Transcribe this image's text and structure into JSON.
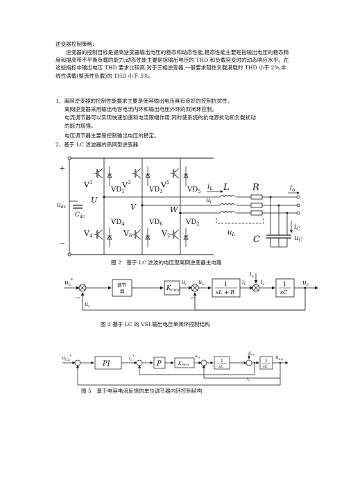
{
  "heading": "逆变器控制策略:",
  "intro_paragraph": "逆变器的控制目标是提高逆变器输出电压的稳态和动态性能,稳态性能主要是指输出电压的稳态精度和提高带不平衡负载的能力;动态性能主要是指输出电压的 THD 和负载突变时的动态响应水平。在这些指标中输出电压 THD 要求比较高,对于三相逆变器,一般要求阻性负载满载时 THD 小于 2%,非线性满载(整流性负载)的 THD 小于 5%。",
  "item1_title": "1、离网逆变器的控制性能要求主要是使其输出电压具有良好的控制抗扰性。",
  "item1_lines": [
    "离网逆变器采用输出电容电流内环和输出电压外环的双闭环控制。",
    "电流调节器可以实现快速加速和电流限幅作用,同时使系统的抗电源扰动和负载扰动",
    "的能力增强。",
    "电压调节器主要是控制输出电压的稳定。"
  ],
  "item2_title": "2、基于 LC 滤波器的高网型逆变器",
  "fig2": {
    "caption": "图 2　基于 LC 滤波的电压型离网逆变器主电路",
    "labels": {
      "plus": "+",
      "minus": "−",
      "V1": "V",
      "V1_sub": "1",
      "V3": "V",
      "V3_sub": "3",
      "V5": "V",
      "V5_sub": "5",
      "V4": "V",
      "V4_sub": "4",
      "V6": "V",
      "V6_sub": "6",
      "V2": "V",
      "V2_sub": "2",
      "VD1": "VD",
      "VD1_sub": "1",
      "VD3": "VD",
      "VD3_sub": "3",
      "VD5": "VD",
      "VD5_sub": "5",
      "VD4": "VD",
      "VD4_sub": "4",
      "VD6": "VD",
      "VD6_sub": "6",
      "VD2": "VD",
      "VD2_sub": "2",
      "U": "U",
      "V": "V",
      "W": "W",
      "udc": "u",
      "udc_sub": "dc",
      "Cdc": "C",
      "Cdc_sub": "dc",
      "iL": "i",
      "iL_sub": "L",
      "L": "L",
      "R": "R",
      "ui": "u",
      "ui_sub": "i",
      "io": "i",
      "io_sub": "o",
      "iC": "i",
      "iC_sub": "C",
      "uL": "u",
      "uL_sub": "L",
      "C": "C",
      "uC": "u",
      "uC_sub": "C"
    }
  },
  "fig3": {
    "caption": "图 3 基于 LC 的 VSI 输出电压单闭环控制结构",
    "labels": {
      "uc_ref": "u",
      "uc_ref_sub": "c",
      "uc_ref_sup": "*",
      "regulator_line1": "调节",
      "regulator_line2": "器",
      "kpwm": "K",
      "kpwm_sub": "PWM",
      "ui": "u",
      "ui_sub": "i",
      "uL": "u",
      "uL_sub": "L",
      "plant1_num": "1",
      "plant1_den": "sL + R",
      "iL": "i",
      "iL_sub": "L",
      "io": "i",
      "io_sub": "o",
      "ic": "i",
      "ic_sub": "c",
      "plant2_num": "1",
      "plant2_den": "sC",
      "uc_out": "u",
      "uc_out_sub": "c",
      "uc_fb": "u",
      "uc_fb_sub": "c",
      "minus": "−",
      "plus": "+"
    }
  },
  "fig5": {
    "caption": "图 5　基于电容电流反馈的单位调节器内环控制结构",
    "labels": {
      "ref": "u",
      "ref_sub": "Cq",
      "ref_sup": "*",
      "pi": "PI",
      "p": "P",
      "ic_ref": "i",
      "ic_ref_sub": "c",
      "ic_ref_sup": "*",
      "kpwm": "K",
      "kpwm_sub": "PWM",
      "ui": "u",
      "ui_sub": "iq",
      "blk1_num": "1",
      "blk1_den": "sL",
      "blk2_num": "1",
      "blk2_den": "sC",
      "ieq": "i",
      "ieq_sub": "eq",
      "ic": "i",
      "ic_sub": "c",
      "out": "u",
      "out_sub": "eq"
    }
  }
}
